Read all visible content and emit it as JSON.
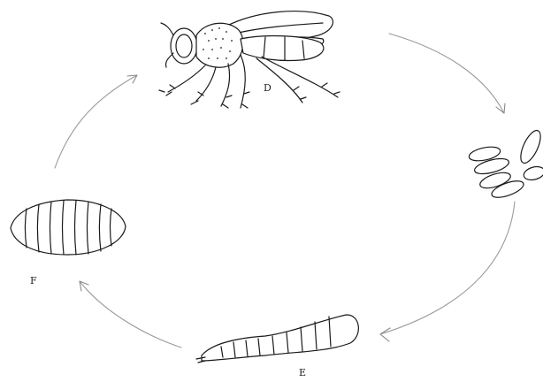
{
  "stages": {
    "adult": {
      "label": "D"
    },
    "larva": {
      "label": "E"
    },
    "pupa": {
      "label": "F"
    }
  },
  "arrow_color": "#9a9a9a",
  "ink_color": "#1a1a1a"
}
